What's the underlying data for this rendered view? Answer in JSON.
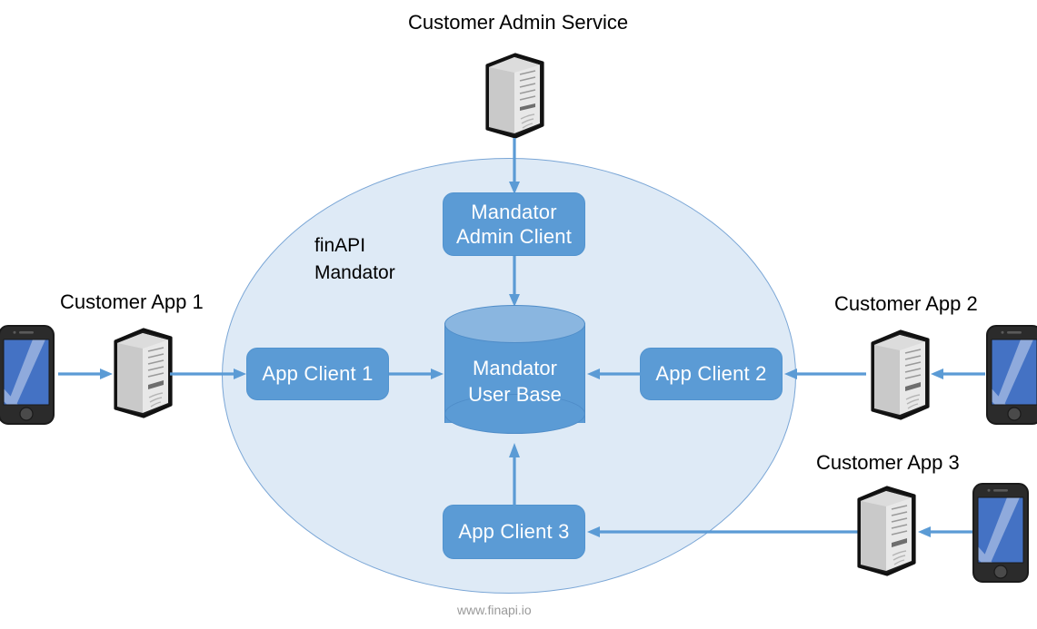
{
  "diagram": {
    "title_top": "Customer Admin Service",
    "footer": "www.finapi.io",
    "ellipse": {
      "label_line1": "finAPI",
      "label_line2": "Mandator",
      "fill": "#deeaf6",
      "stroke": "#7aa6d6"
    },
    "boxes": {
      "mandator_admin_client_line1": "Mandator",
      "mandator_admin_client_line2": "Admin Client",
      "app_client_1": "App Client 1",
      "app_client_2": "App Client 2",
      "app_client_3": "App Client 3",
      "fill": "#5b9bd5",
      "text_color": "#ffffff"
    },
    "database": {
      "line1": "Mandator",
      "line2": "User Base",
      "body_fill": "#5b9bd5",
      "top_fill": "#8ab6e0"
    },
    "captions": {
      "customer_app_1": "Customer App 1",
      "customer_app_2": "Customer App 2",
      "customer_app_3": "Customer App 3"
    },
    "arrow_color": "#5b9bd5",
    "icons": {
      "admin_server": "server-icon",
      "app1_server": "server-icon",
      "app1_phone": "smartphone-icon",
      "app2_server": "server-icon",
      "app2_phone": "smartphone-icon",
      "app3_server": "server-icon",
      "app3_phone": "smartphone-icon"
    }
  }
}
